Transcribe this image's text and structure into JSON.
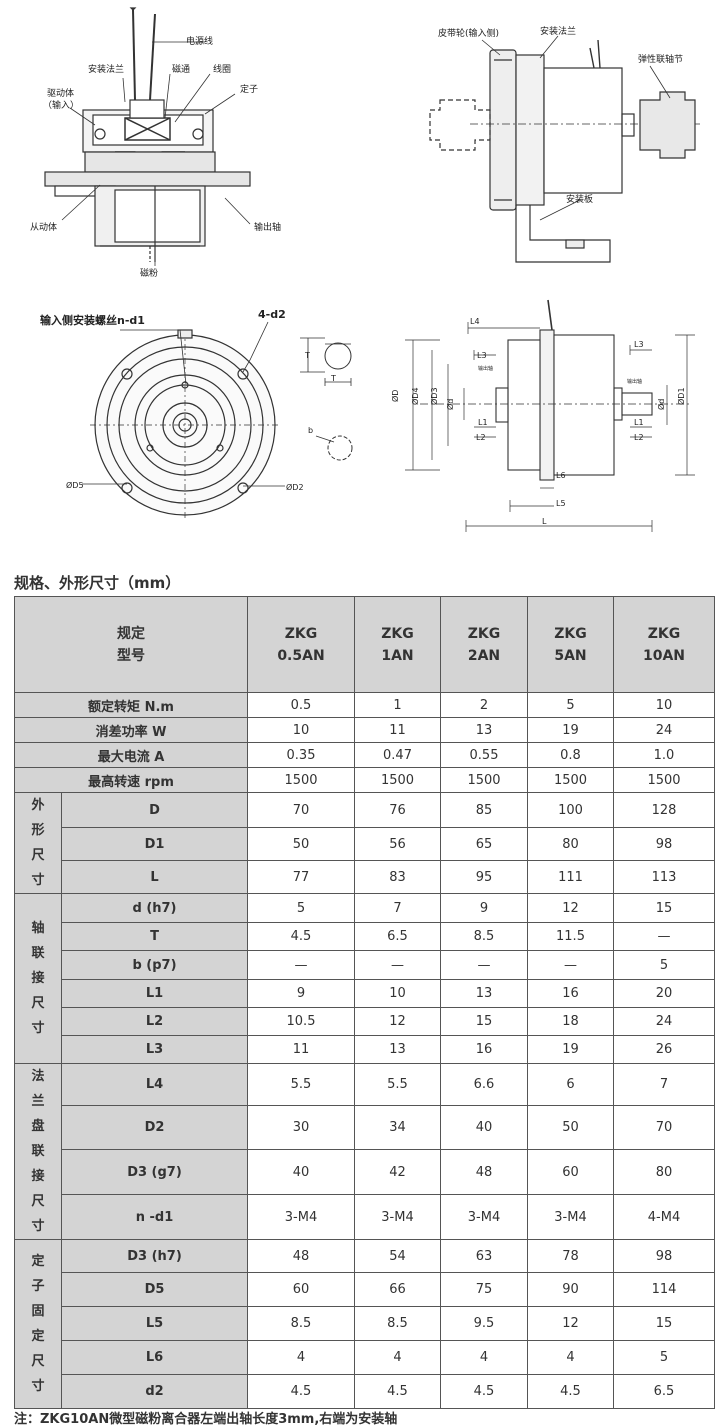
{
  "drawings": {
    "section_labels": {
      "power_line": "电源线",
      "mount_flange": "安装法兰",
      "driver": "驱动体",
      "driver_input": "（输入）",
      "magnetic_flux": "磁通",
      "coil": "线圈",
      "stator": "定子",
      "driven": "从动体",
      "output_shaft": "输出轴",
      "magnetic_powder": "磁粉"
    },
    "install_labels": {
      "pulley": "皮带轮(输入侧)",
      "mount_flange": "安装法兰",
      "elastic_coupling": "弹性联轴节",
      "mount_plate": "安装板"
    },
    "front_labels": {
      "input_screw": "输入侧安装螺丝n-d1",
      "holes": "4-d2",
      "d5": "ØD5",
      "d2": "ØD2",
      "t": "T",
      "b": "b"
    },
    "side_labels": {
      "l4": "L4",
      "l3": "L3",
      "l1": "L1",
      "l2": "L2",
      "l6": "L6",
      "l5": "L5",
      "l": "L",
      "d": "ØD",
      "d4": "ØD4",
      "d3": "ØD3",
      "dd": "Ød",
      "d1": "ØD1",
      "input_side": "输出轴",
      "input_side_left": "输出轴"
    }
  },
  "section_title": "规格、外形尺寸（mm）",
  "table": {
    "corner_line1": "规定",
    "corner_line2": "型号",
    "models": [
      {
        "line1": "ZKG",
        "line2": "0.5AN"
      },
      {
        "line1": "ZKG",
        "line2": "1AN"
      },
      {
        "line1": "ZKG",
        "line2": "2AN"
      },
      {
        "line1": "ZKG",
        "line2": "5AN"
      },
      {
        "line1": "ZKG",
        "line2": "10AN"
      }
    ],
    "general_rows": [
      {
        "label": "额定转矩   N.m",
        "values": [
          "0.5",
          "1",
          "2",
          "5",
          "10"
        ]
      },
      {
        "label": "消差功率   W",
        "values": [
          "10",
          "11",
          "13",
          "19",
          "24"
        ]
      },
      {
        "label": "最大电流   A",
        "values": [
          "0.35",
          "0.47",
          "0.55",
          "0.8",
          "1.0"
        ]
      },
      {
        "label": "最高转速   rpm",
        "values": [
          "1500",
          "1500",
          "1500",
          "1500",
          "1500"
        ]
      }
    ],
    "groups": [
      {
        "chars": [
          "外",
          "形",
          "尺",
          "寸"
        ],
        "rows": [
          {
            "label": "D",
            "values": [
              "70",
              "76",
              "85",
              "100",
              "128"
            ]
          },
          {
            "label": "D1",
            "values": [
              "50",
              "56",
              "65",
              "80",
              "98"
            ]
          },
          {
            "label": "L",
            "values": [
              "77",
              "83",
              "95",
              "111",
              "113"
            ]
          }
        ]
      },
      {
        "chars": [
          "轴",
          "联",
          "接",
          "尺",
          "寸"
        ],
        "rows": [
          {
            "label": "d   (h7)",
            "values": [
              "5",
              "7",
              "9",
              "12",
              "15"
            ]
          },
          {
            "label": "T",
            "values": [
              "4.5",
              "6.5",
              "8.5",
              "11.5",
              "—"
            ]
          },
          {
            "label": "b   (p7)",
            "values": [
              "—",
              "—",
              "—",
              "—",
              "5"
            ]
          },
          {
            "label": "L1",
            "values": [
              "9",
              "10",
              "13",
              "16",
              "20"
            ]
          },
          {
            "label": "L2",
            "values": [
              "10.5",
              "12",
              "15",
              "18",
              "24"
            ]
          },
          {
            "label": "L3",
            "values": [
              "11",
              "13",
              "16",
              "19",
              "26"
            ]
          }
        ]
      },
      {
        "chars": [
          "法",
          "兰",
          "盘",
          "联",
          "接",
          "尺",
          "寸"
        ],
        "rows": [
          {
            "label": "L4",
            "values": [
              "5.5",
              "5.5",
              "6.6",
              "6",
              "7"
            ]
          },
          {
            "label": "D2",
            "values": [
              "30",
              "34",
              "40",
              "50",
              "70"
            ]
          },
          {
            "label": "D3   (g7)",
            "values": [
              "40",
              "42",
              "48",
              "60",
              "80"
            ]
          },
          {
            "label": "n   -d1",
            "values": [
              "3-M4",
              "3-M4",
              "3-M4",
              "3-M4",
              "4-M4"
            ]
          }
        ]
      },
      {
        "chars": [
          "定",
          "子",
          "固",
          "定",
          "尺",
          "寸"
        ],
        "rows": [
          {
            "label": "D3   (h7)",
            "values": [
              "48",
              "54",
              "63",
              "78",
              "98"
            ]
          },
          {
            "label": "D5",
            "values": [
              "60",
              "66",
              "75",
              "90",
              "114"
            ]
          },
          {
            "label": "L5",
            "values": [
              "8.5",
              "8.5",
              "9.5",
              "12",
              "15"
            ]
          },
          {
            "label": "L6",
            "values": [
              "4",
              "4",
              "4",
              "4",
              "5"
            ]
          },
          {
            "label": "d2",
            "values": [
              "4.5",
              "4.5",
              "4.5",
              "4.5",
              "6.5"
            ]
          }
        ]
      }
    ]
  },
  "note": "注：ZKG10AN微型磁粉离合器左端出轴长度3mm,右端为安装轴"
}
